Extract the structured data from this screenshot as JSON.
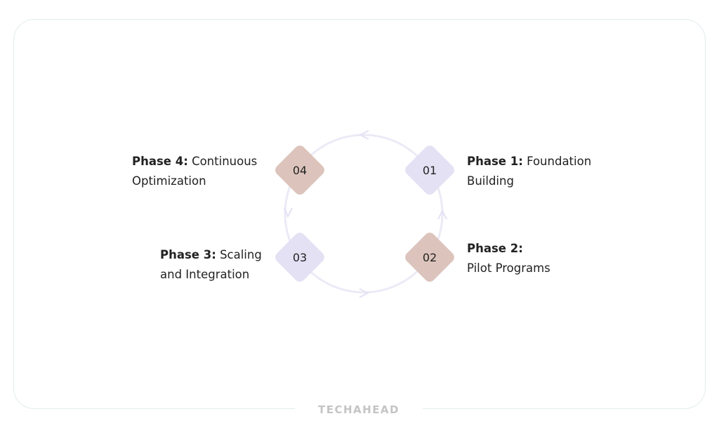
{
  "phases": [
    {
      "num": "01",
      "title": "Phase 1:",
      "desc": "Foundation Building"
    },
    {
      "num": "02",
      "title": "Phase 2:",
      "desc": "Pilot Programs"
    },
    {
      "num": "03",
      "title": "Phase 3:",
      "desc": "Scaling and Integration"
    },
    {
      "num": "04",
      "title": "Phase 4:",
      "desc": "Continuous Optimization"
    }
  ],
  "logo": "TECHAHEAD",
  "colors": {
    "pink": "#dcc4bc",
    "lavender": "#e4e1f4",
    "ring": "#eceaf6"
  }
}
